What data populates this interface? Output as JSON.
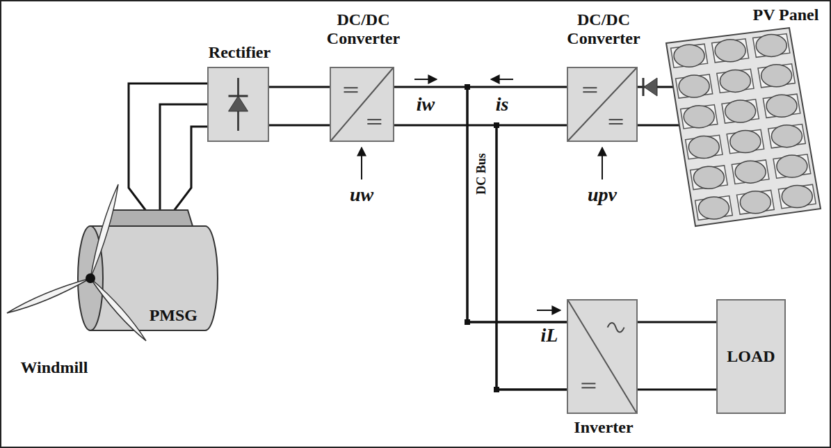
{
  "diagram": {
    "nodes": [
      {
        "text": [
          "Rectifier"
        ]
      },
      {
        "text": [
          "DC/DC Converter"
        ]
      },
      {
        "text": [
          "DC/DC Converter"
        ]
      },
      {
        "text": [
          "PV Panel"
        ]
      },
      {
        "text": [
          "PMSG"
        ]
      },
      {
        "text": [
          "Inverter"
        ]
      },
      {
        "text": [
          "LOAD"
        ]
      }
    ],
    "edges": [
      {
        "from": 4,
        "to": 0,
        "arrow": "none"
      },
      {
        "from": 0,
        "to": 1,
        "arrow": "none"
      },
      {
        "from": 1,
        "to": 5,
        "arrow": "none"
      },
      {
        "from": 3,
        "to": 2,
        "arrow": "none"
      },
      {
        "from": 2,
        "to": 5,
        "arrow": "none"
      },
      {
        "from": 5,
        "to": 6,
        "arrow": "none"
      }
    ],
    "labels": [
      "iw",
      "is",
      "uw",
      "upv",
      "DC Bus",
      "iL",
      "Windmill"
    ]
  }
}
